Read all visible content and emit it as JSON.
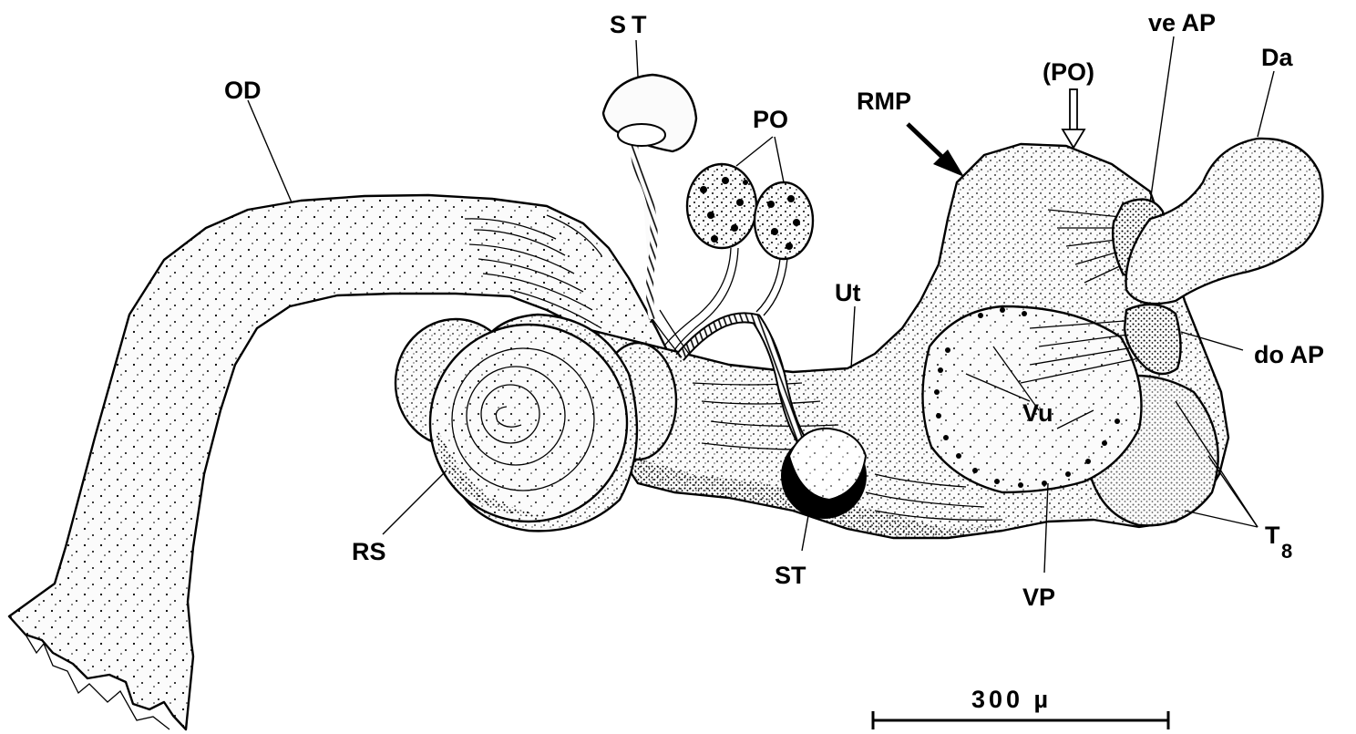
{
  "labels": {
    "od": "OD",
    "st_top": "ST",
    "po": "PO",
    "rmp": "RMP",
    "po_paren": "(PO)",
    "ve_ap": "ve AP",
    "da": "Da",
    "ut": "Ut",
    "do_ap": "do AP",
    "vu": "Vu",
    "rs": "RS",
    "st_bottom": "ST",
    "vp": "VP",
    "t8_base": "T",
    "t8_sub": "8"
  },
  "scale_bar": {
    "text": "300 µ"
  },
  "colors": {
    "ink": "#000000",
    "paper": "#ffffff"
  }
}
